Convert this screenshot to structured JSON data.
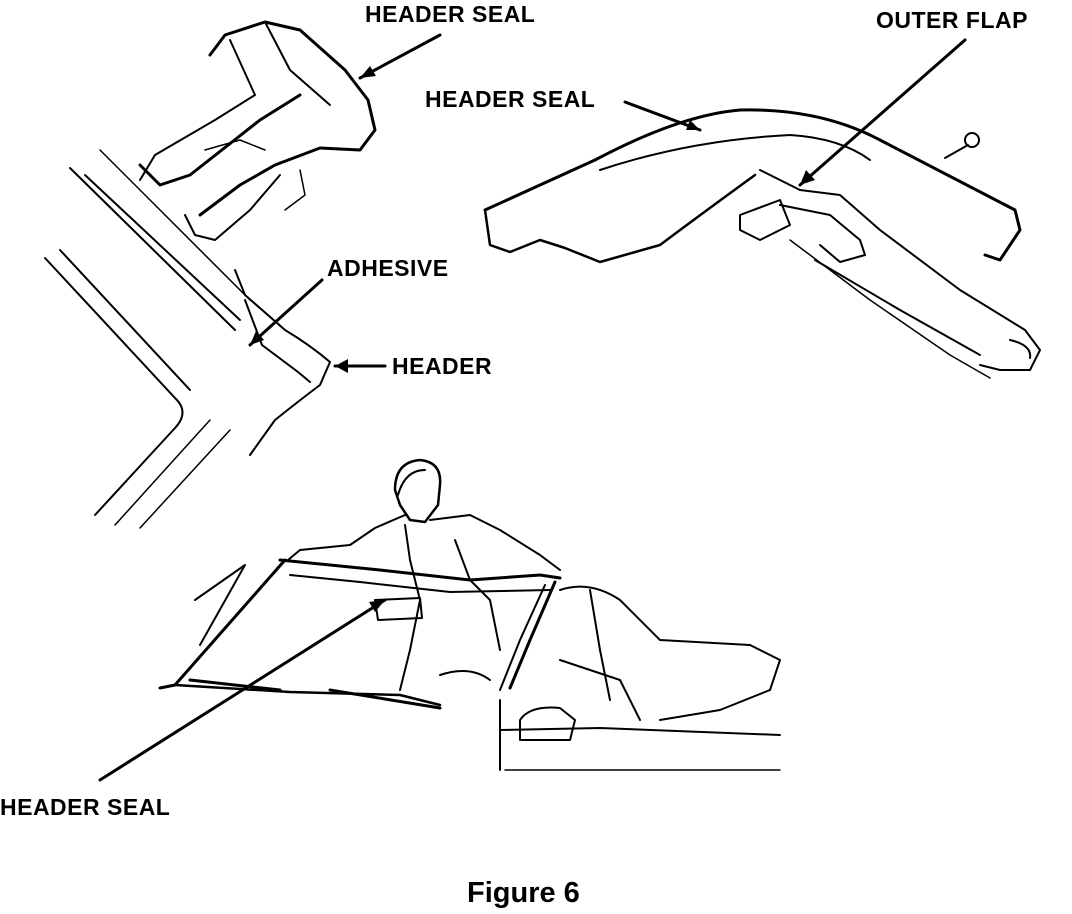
{
  "labels": {
    "header_seal_top": "HEADER SEAL",
    "outer_flap": "OUTER FLAP",
    "header_seal_mid": "HEADER SEAL",
    "adhesive": "ADHESIVE",
    "header": "HEADER",
    "header_seal_bottom": "HEADER SEAL"
  },
  "caption": "Figure 6"
}
